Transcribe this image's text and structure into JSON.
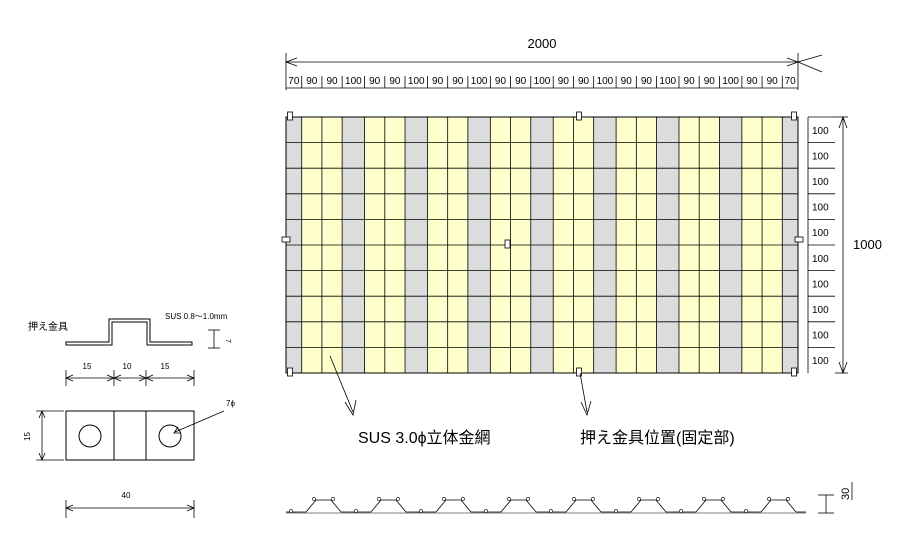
{
  "overall": {
    "width_label": "2000",
    "height_label": "1000"
  },
  "column_widths": [
    "70",
    "90",
    "90",
    "100",
    "90",
    "90",
    "100",
    "90",
    "90",
    "100",
    "90",
    "90",
    "100",
    "90",
    "90",
    "100",
    "90",
    "90",
    "100",
    "90",
    "90",
    "100",
    "90",
    "90",
    "70"
  ],
  "row_heights": [
    "100",
    "100",
    "100",
    "100",
    "100",
    "100",
    "100",
    "100",
    "100",
    "100"
  ],
  "column_shading": [
    "gray",
    "yellow",
    "yellow",
    "gray",
    "yellow",
    "yellow",
    "gray",
    "yellow",
    "yellow",
    "gray",
    "yellow",
    "yellow",
    "gray",
    "yellow",
    "yellow",
    "gray",
    "yellow",
    "yellow",
    "gray",
    "yellow",
    "yellow",
    "gray",
    "yellow",
    "yellow",
    "gray"
  ],
  "colors": {
    "gray_strip": "#dcdcdc",
    "yellow_strip": "#ffffcc",
    "line": "#000000"
  },
  "callouts": {
    "mesh": "SUS 3.0ϕ立体金網",
    "clamp_position": "押え金具位置(固定部)"
  },
  "clamp_detail": {
    "title": "押え金具",
    "material": "SUS 0.8～1.0mm",
    "height_dim": "7",
    "seg_left": "15",
    "seg_mid": "10",
    "seg_right": "15",
    "plate_height": "15",
    "hole_dia": "7ϕ",
    "total_width": "40"
  },
  "profile": {
    "depth_dim": "30"
  }
}
